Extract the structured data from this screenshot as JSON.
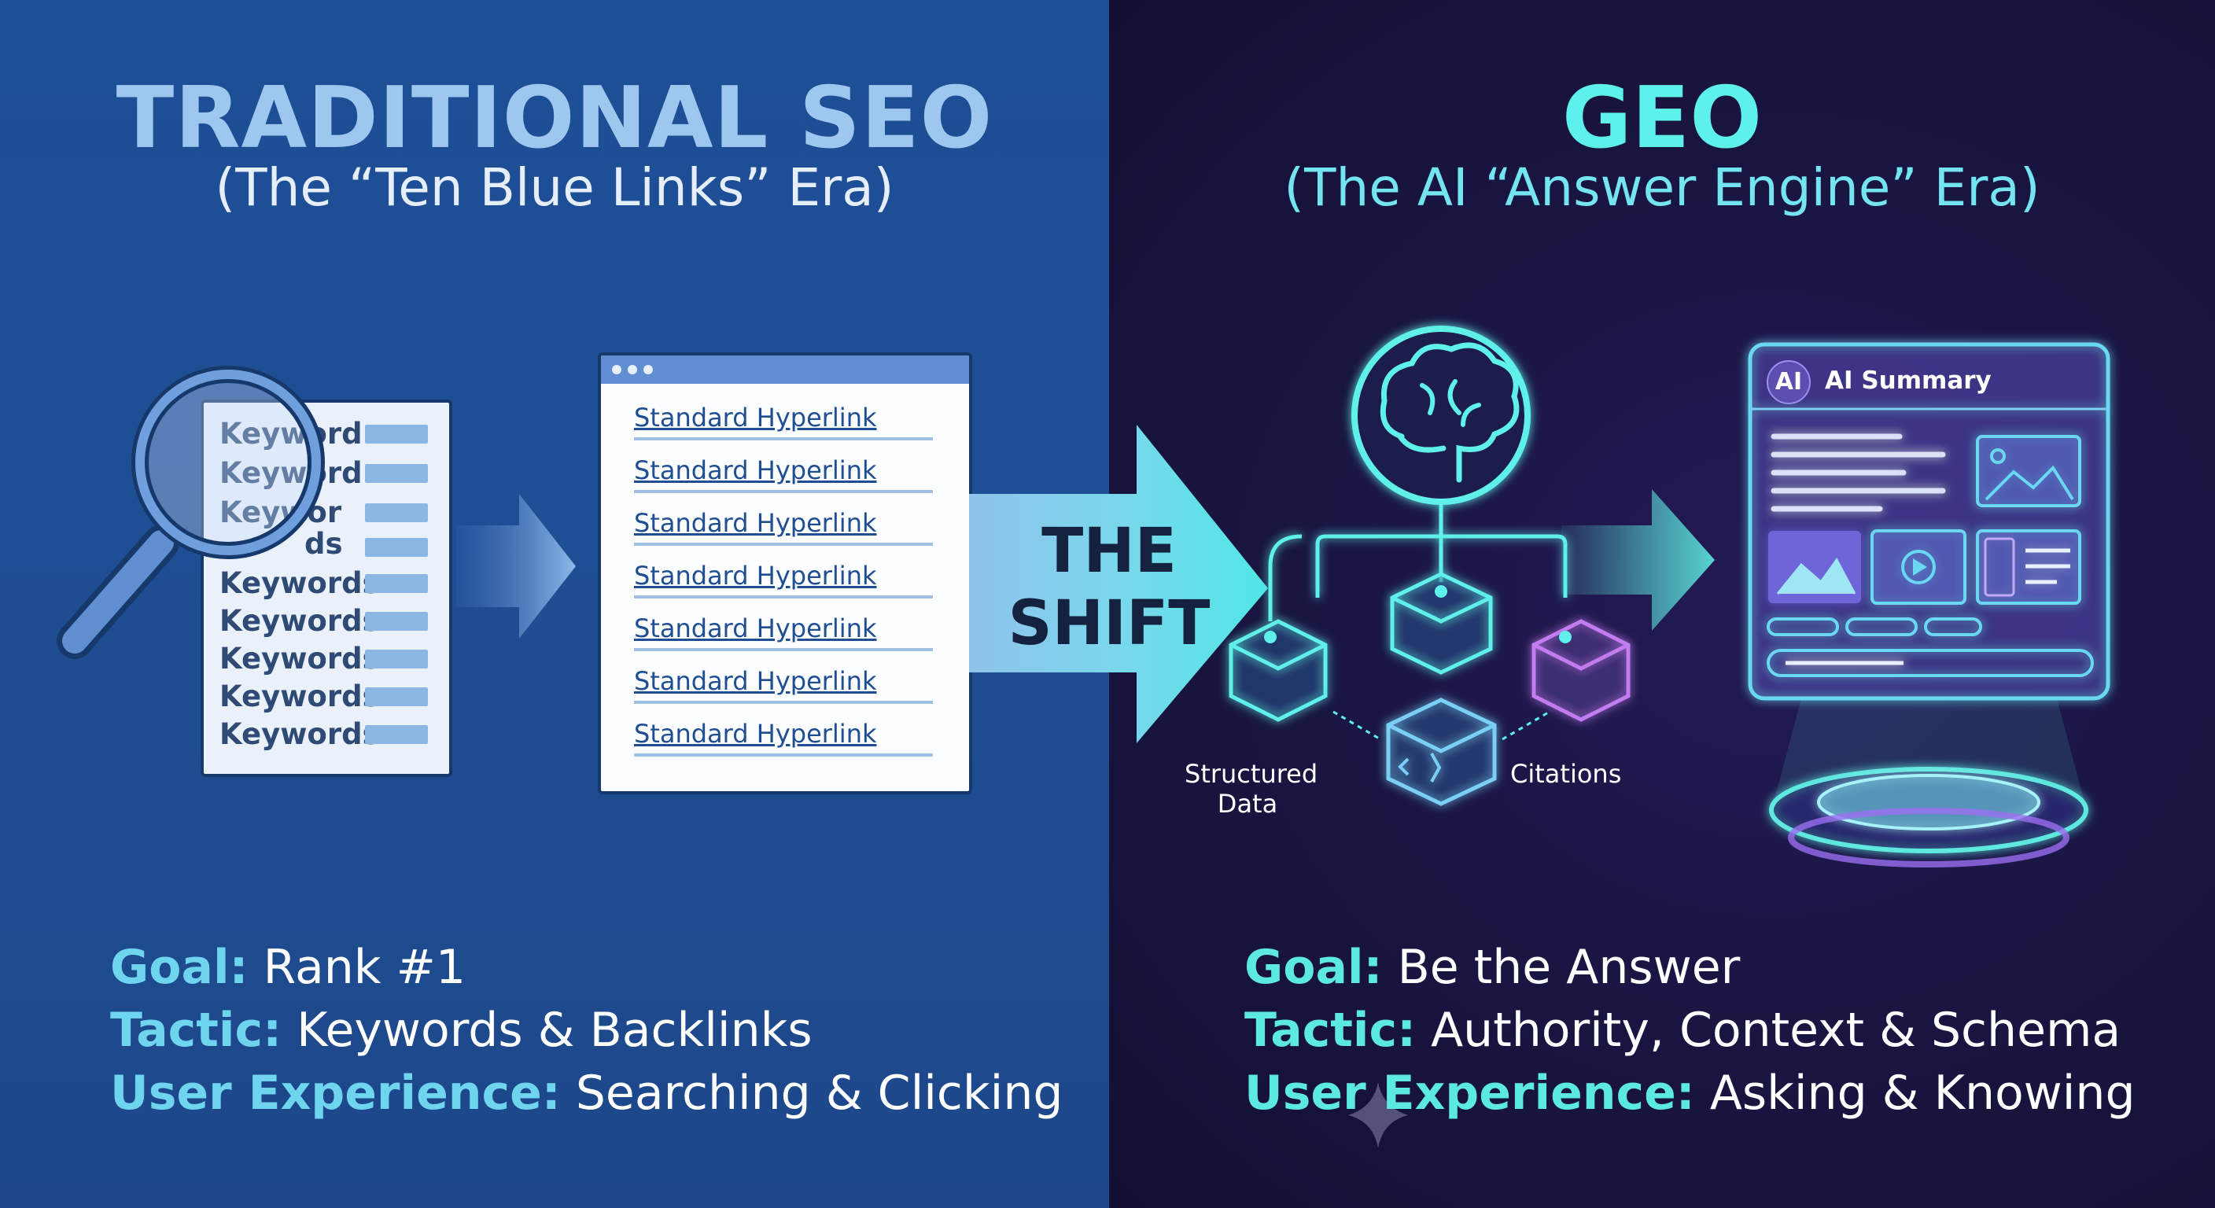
{
  "left": {
    "title": "TRADITIONAL SEO",
    "subtitle": "(The “Ten Blue Links” Era)",
    "keywords": [
      "Keyword",
      "Keyword",
      "Keywor",
      "ds",
      "Keywords",
      "Keywords",
      "Keywords",
      "Keywords",
      "Keywords"
    ],
    "links": [
      "Standard Hyperlink",
      "Standard Hyperlink",
      "Standard Hyperlink",
      "Standard Hyperlink",
      "Standard Hyperlink",
      "Standard Hyperlink",
      "Standard Hyperlink"
    ],
    "goal_key": "Goal:",
    "goal_val": " Rank #1",
    "tactic_key": "Tactic:",
    "tactic_val": " Keywords & Backlinks",
    "ux_key": "User Experience:",
    "ux_val": " Searching & Clicking"
  },
  "shift": {
    "line1": "THE",
    "line2": "SHIFT"
  },
  "right": {
    "title": "GEO",
    "subtitle": "(The AI “Answer Engine” Era)",
    "label_structured_1": "Structured",
    "label_structured_2": "Data",
    "label_citations": "Citations",
    "ai_badge": "AI",
    "ai_summary": "AI Summary",
    "goal_key": "Goal:",
    "goal_val": " Be the Answer",
    "tactic_key": "Tactic:",
    "tactic_val": " Authority, Context & Schema",
    "ux_key": "User Experience:",
    "ux_val": " Asking & Knowing"
  },
  "colors": {
    "left_bg": "#1f4d92",
    "right_bg": "#181540",
    "cyan": "#5ef0ea",
    "light_blue": "#9ec7ef"
  }
}
